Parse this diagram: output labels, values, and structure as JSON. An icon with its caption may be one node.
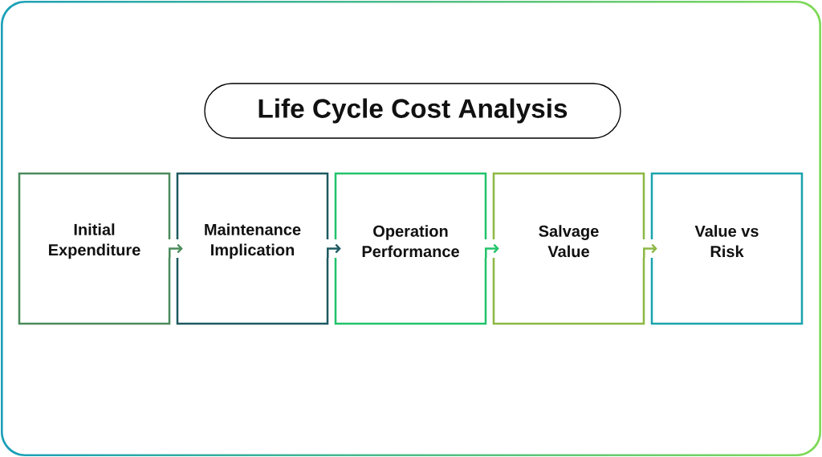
{
  "diagram": {
    "title": "Life Cycle Cost Analysis",
    "nodes": [
      {
        "text": [
          "Initial Expenditure"
        ]
      },
      {
        "text": [
          "Maintenance Implication"
        ]
      },
      {
        "text": [
          "Operation Performance"
        ]
      },
      {
        "text": [
          "Salvage Value"
        ]
      },
      {
        "text": [
          "Value vs Risk"
        ]
      }
    ],
    "edges": [
      {
        "from": 0,
        "to": 1,
        "arrow": "to",
        "color": "#4b8b5b"
      },
      {
        "from": 1,
        "to": 2,
        "arrow": "to",
        "color": "#1d5960"
      },
      {
        "from": 2,
        "to": 3,
        "arrow": "to",
        "color": "#22c36b"
      },
      {
        "from": 3,
        "to": 4,
        "arrow": "to",
        "color": "#8cb843"
      }
    ]
  }
}
